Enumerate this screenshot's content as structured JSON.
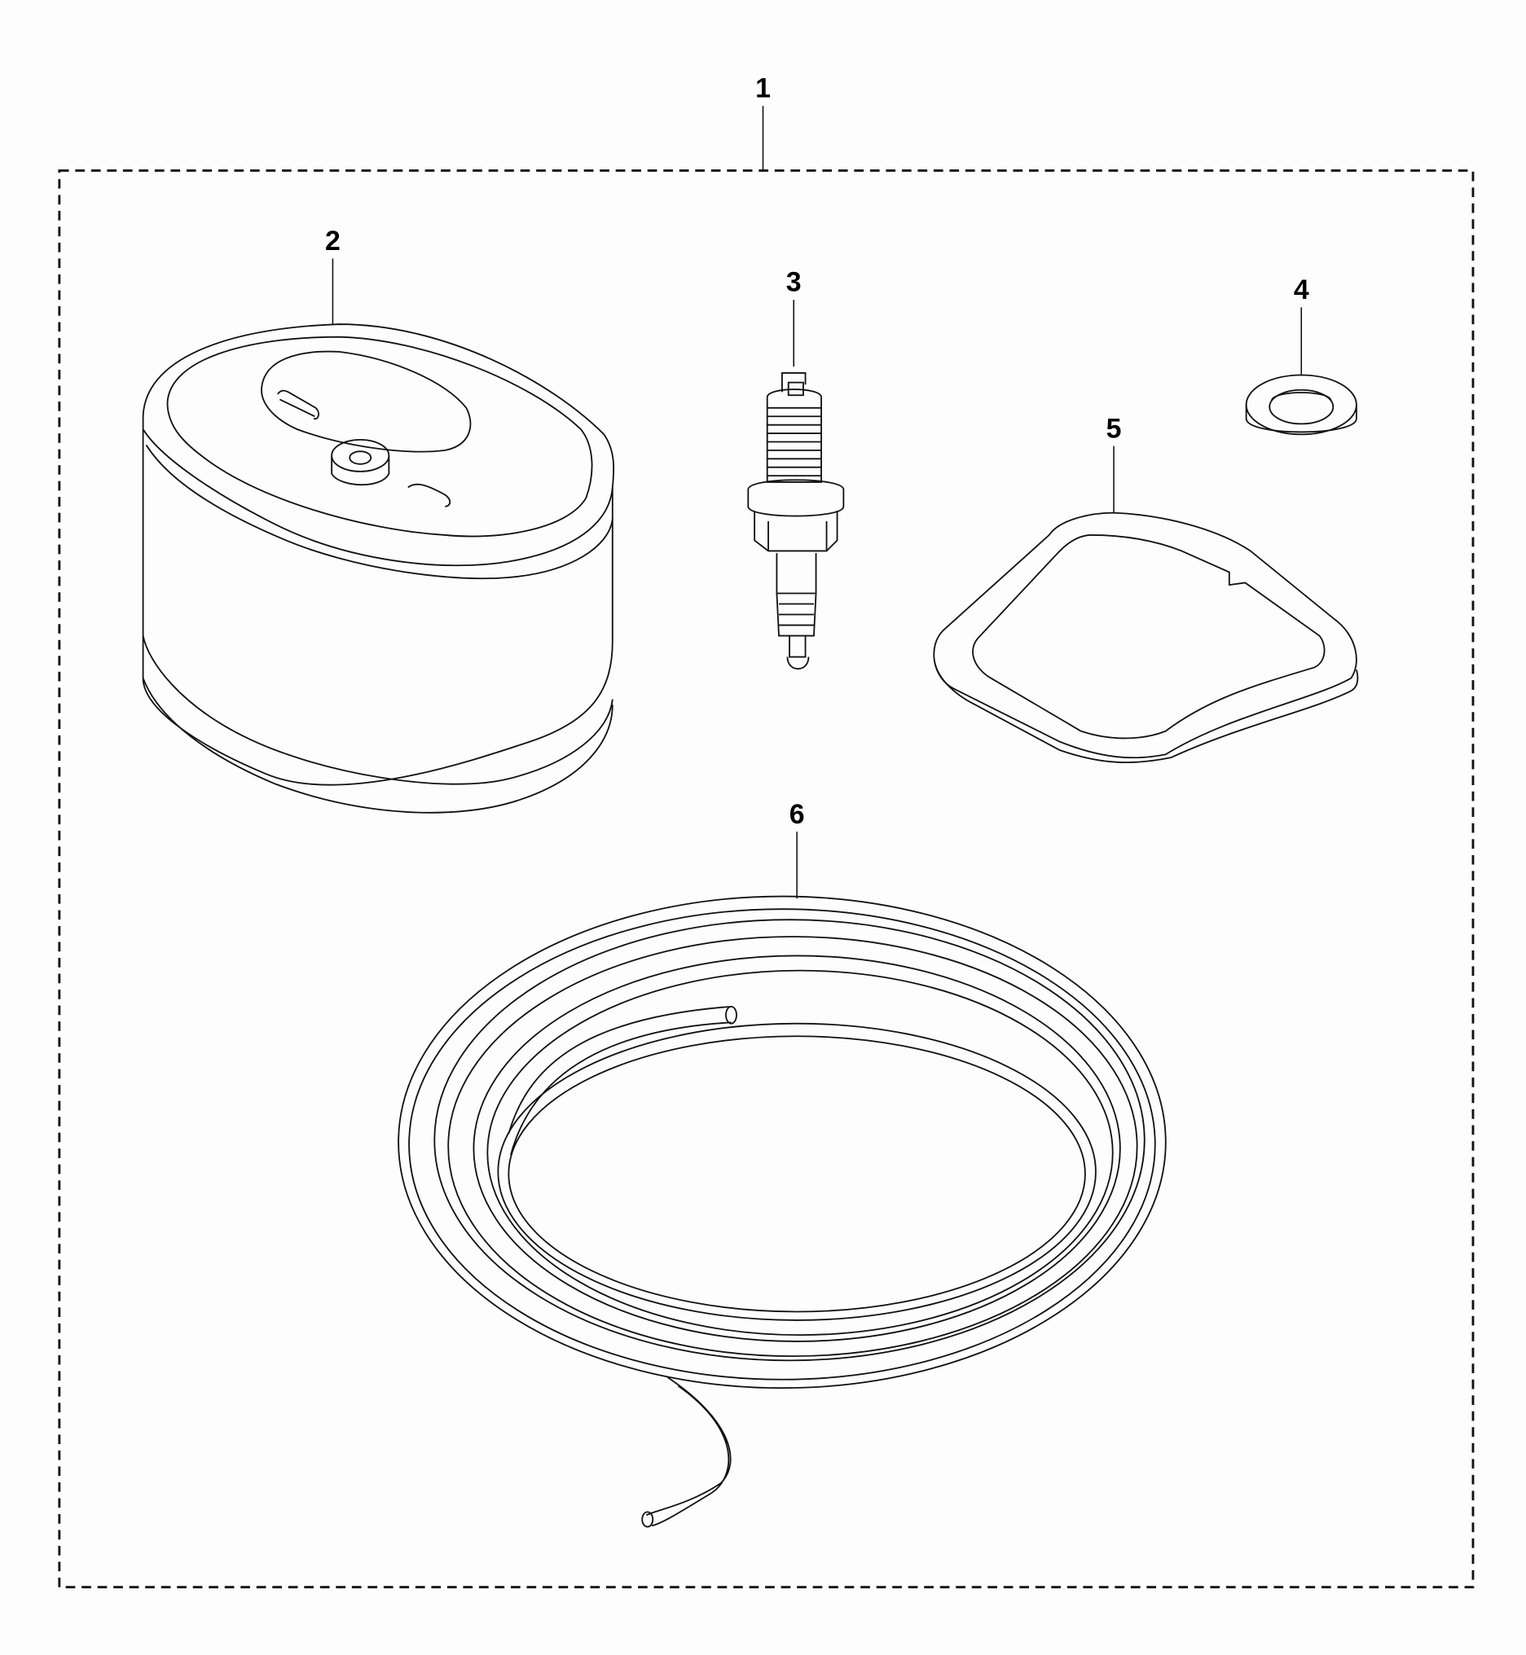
{
  "diagram": {
    "type": "exploded parts diagram",
    "background": "#fdfdfd",
    "frame": {
      "style": "dashed",
      "color": "#111111"
    },
    "callouts": [
      {
        "number": "1",
        "part": "kit (all parts in dashed frame)"
      },
      {
        "number": "2",
        "part": "air filter element"
      },
      {
        "number": "3",
        "part": "spark plug"
      },
      {
        "number": "4",
        "part": "sealing washer"
      },
      {
        "number": "5",
        "part": "gasket"
      },
      {
        "number": "6",
        "part": "fuel hose coil"
      }
    ]
  }
}
